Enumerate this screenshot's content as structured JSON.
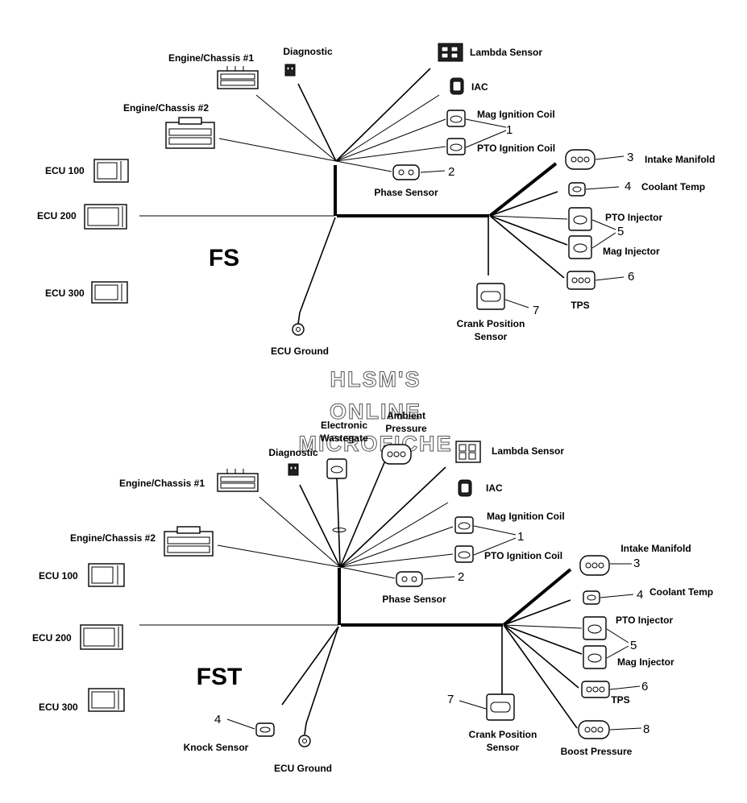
{
  "watermark": {
    "line1": "HLSM'S",
    "line2": "ONLINE",
    "line3": "MICROFICHE"
  },
  "fs": {
    "title": "FS",
    "labels": {
      "engine_chassis_1": "Engine/Chassis #1",
      "diagnostic": "Diagnostic",
      "lambda_sensor": "Lambda Sensor",
      "iac": "IAC",
      "mag_ignition_coil": "Mag Ignition Coil",
      "pto_ignition_coil": "PTO Ignition Coil",
      "engine_chassis_2": "Engine/Chassis #2",
      "ecu_100": "ECU 100",
      "ecu_200": "ECU 200",
      "ecu_300": "ECU 300",
      "phase_sensor": "Phase Sensor",
      "intake_manifold": "Intake Manifold",
      "coolant_temp": "Coolant Temp",
      "pto_injector": "PTO Injector",
      "mag_injector": "Mag Injector",
      "tps": "TPS",
      "crank_position_1": "Crank Position",
      "crank_position_2": "Sensor",
      "ecu_ground": "ECU Ground"
    },
    "callouts": {
      "ignition": "1",
      "phase": "2",
      "intake": "3",
      "coolant": "4",
      "injector": "5",
      "tps": "6",
      "crank": "7"
    }
  },
  "fst": {
    "title": "FST",
    "labels": {
      "ambient_pressure_1": "Ambient",
      "ambient_pressure_2": "Pressure",
      "electronic_wastegate_1": "Electronic",
      "electronic_wastegate_2": "Wastegate",
      "diagnostic": "Diagnostic",
      "lambda_sensor": "Lambda Sensor",
      "engine_chassis_1": "Engine/Chassis #1",
      "iac": "IAC",
      "mag_ignition_coil": "Mag Ignition Coil",
      "engine_chassis_2": "Engine/Chassis #2",
      "pto_ignition_coil": "PTO Ignition Coil",
      "intake_manifold": "Intake Manifold",
      "ecu_100": "ECU 100",
      "phase_sensor": "Phase Sensor",
      "coolant_temp": "Coolant Temp",
      "ecu_200": "ECU 200",
      "pto_injector": "PTO Injector",
      "mag_injector": "Mag Injector",
      "tps": "TPS",
      "ecu_300": "ECU 300",
      "crank_position_1": "Crank Position",
      "crank_position_2": "Sensor",
      "boost_pressure": "Boost Pressure",
      "knock_sensor": "Knock Sensor",
      "ecu_ground": "ECU Ground"
    },
    "callouts": {
      "ignition": "1",
      "phase": "2",
      "intake": "3",
      "coolant": "4",
      "injector": "5",
      "tps": "6",
      "crank": "7",
      "boost": "8",
      "knock": "4"
    }
  }
}
